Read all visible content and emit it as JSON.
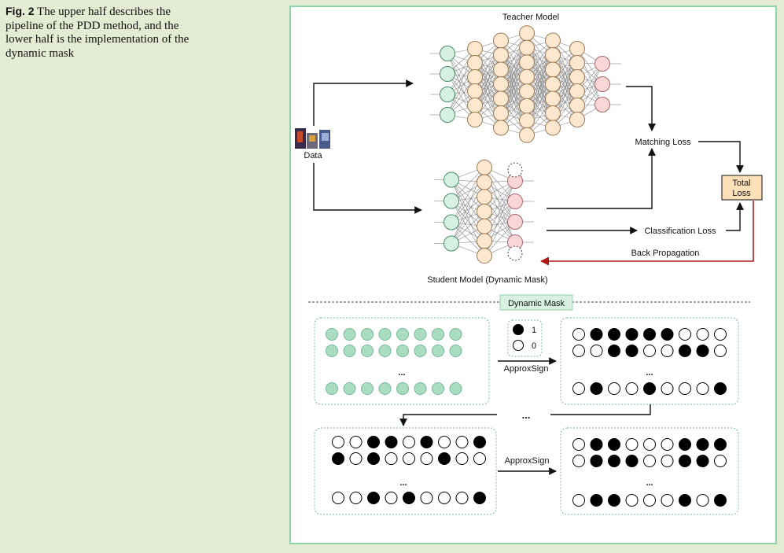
{
  "caption": {
    "label": "Fig. 2",
    "text": "The upper half describes the pipeline of the PDD method, and the lower half is the implementation of the dynamic mask"
  },
  "diagram": {
    "teacher_title": "Teacher Model",
    "student_title": "Student Model (Dynamic Mask)",
    "data_label": "Data",
    "matching_loss": "Matching Loss",
    "classification_loss": "Classification Loss",
    "back_propagation": "Back Propagation",
    "total_loss_line1": "Total",
    "total_loss_line2": "Loss",
    "dynamic_mask_title": "Dynamic Mask",
    "approx_sign_1": "ApproxSign",
    "approx_sign_2": "ApproxSign",
    "legend_one": "1",
    "legend_zero": "0",
    "ellipsis": "...",
    "colors": {
      "input_fill": "#d6f0e1",
      "input_stroke": "#4a8a66",
      "hidden_fill": "#fde7cf",
      "hidden_stroke": "#9a7a55",
      "output_fill": "#fbd6d6",
      "output_stroke": "#a56a6a",
      "mask_green": "#a9dcc0",
      "mask_green_stroke": "#77b996",
      "back_prop": "#b01a1a",
      "frame": "#8fd3a9",
      "loss_box": "#fde0b8"
    },
    "masks": {
      "green_rows": [
        8,
        8,
        8
      ],
      "row1_top": [
        "0",
        "1",
        "1",
        "1",
        "1",
        "1",
        "0",
        "0",
        "0"
      ],
      "row1_mid": [
        "0",
        "0",
        "1",
        "1",
        "0",
        "0",
        "1",
        "1",
        "0"
      ],
      "row1_bot": [
        "0",
        "1",
        "0",
        "0",
        "1",
        "0",
        "0",
        "0",
        "1"
      ],
      "row2_left_top": [
        "0",
        "0",
        "1",
        "1",
        "0",
        "1",
        "0",
        "0",
        "1"
      ],
      "row2_left_mid": [
        "1",
        "0",
        "1",
        "0",
        "0",
        "0",
        "1",
        "0",
        "0"
      ],
      "row2_left_bot": [
        "0",
        "0",
        "1",
        "0",
        "1",
        "0",
        "0",
        "0",
        "1"
      ],
      "row2_right_top": [
        "0",
        "1",
        "1",
        "0",
        "0",
        "0",
        "1",
        "1",
        "1"
      ],
      "row2_right_mid": [
        "0",
        "1",
        "1",
        "1",
        "0",
        "0",
        "1",
        "1",
        "0"
      ],
      "row2_right_bot": [
        "0",
        "1",
        "1",
        "0",
        "0",
        "0",
        "1",
        "0",
        "1"
      ]
    }
  }
}
